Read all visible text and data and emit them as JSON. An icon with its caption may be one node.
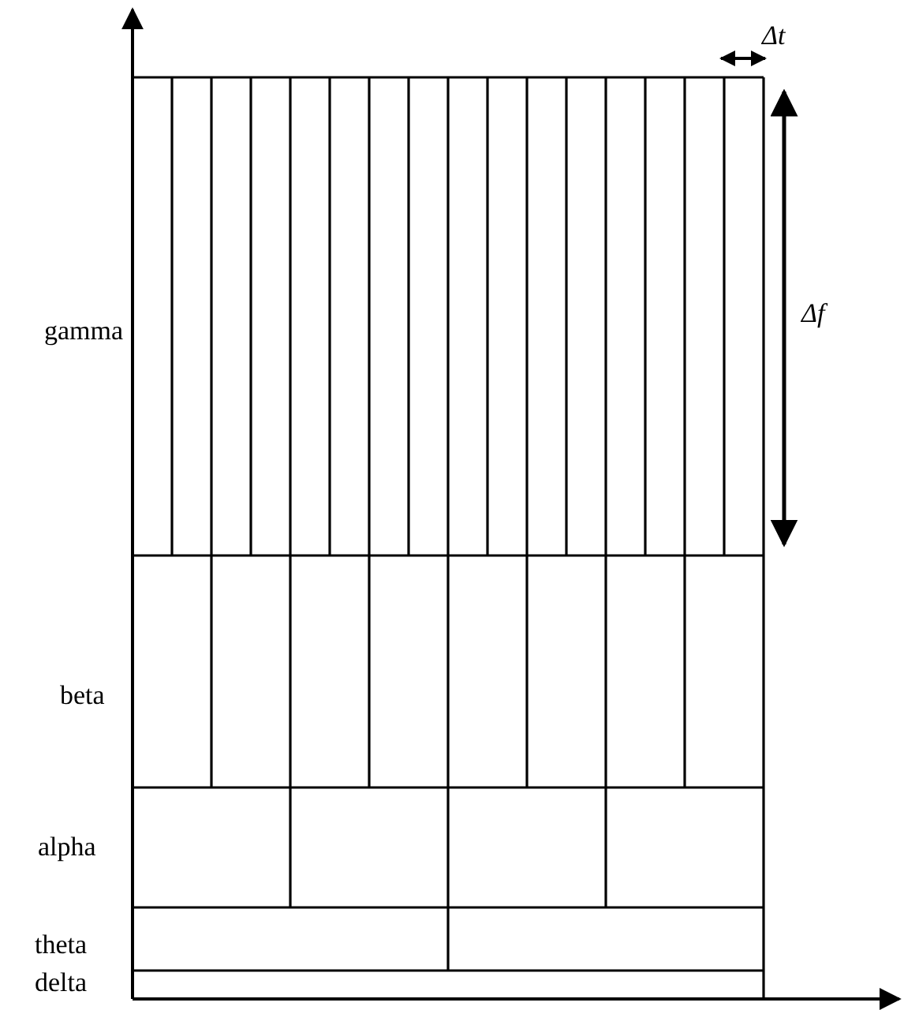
{
  "diagram": {
    "labels": [
      "Δt",
      "gamma",
      "Δf",
      "beta",
      "alpha",
      "theta",
      "delta"
    ]
  }
}
